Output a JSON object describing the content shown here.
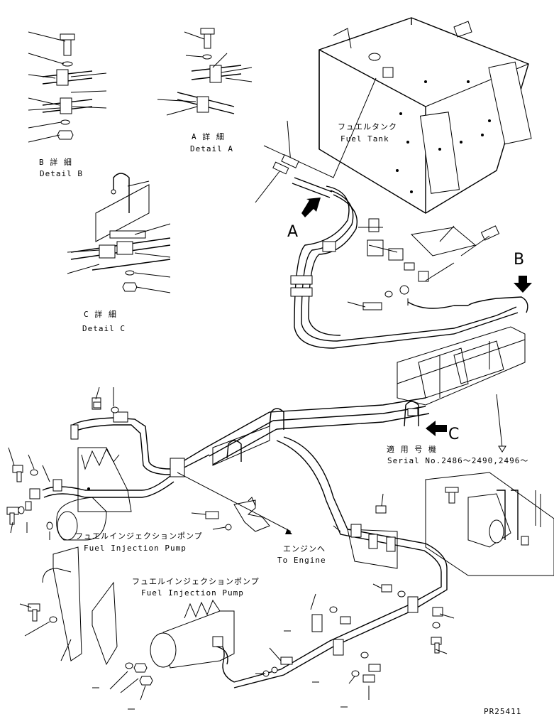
{
  "labels": {
    "detail_b_jp": "B 詳 細",
    "detail_b_en": "Detail B",
    "detail_a_jp": "A 詳 細",
    "detail_a_en": "Detail A",
    "detail_c_jp": "C 詳 細",
    "detail_c_en": "Detail C",
    "fuel_tank_jp": "フュエルタンク",
    "fuel_tank_en": "Fuel Tank",
    "view_a": "A",
    "view_b": "B",
    "view_c": "C",
    "serial_jp": "適 用 号 機",
    "serial_en": "Serial No.2486～2490,2496～",
    "pump_upper_jp": "フュエルインジェクションポンプ",
    "pump_upper_en": "Fuel Injection Pump",
    "pump_lower_jp": "フュエルインジェクションポンプ",
    "pump_lower_en": "Fuel Injection Pump",
    "engine_jp": "エンジンへ",
    "engine_en": "To Engine",
    "part_code": "PR25411"
  }
}
